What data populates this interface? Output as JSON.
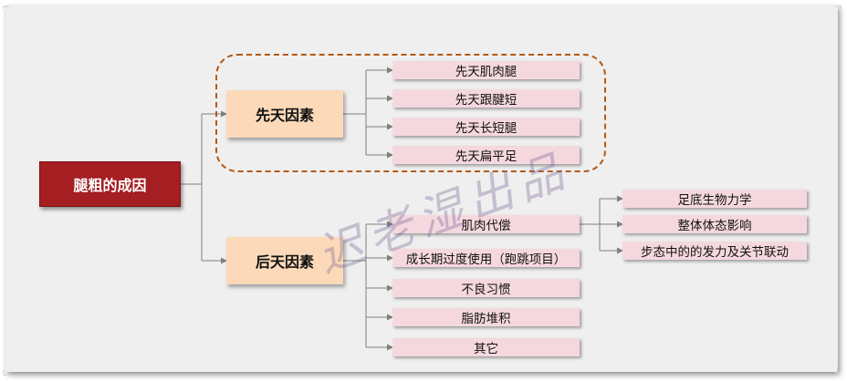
{
  "root": {
    "label": "腿粗的成因"
  },
  "branches": [
    {
      "label": "先天因素",
      "items": [
        "先天肌肉腿",
        "先天跟腱短",
        "先天长短腿",
        "先天扁平足"
      ]
    },
    {
      "label": "后天因素",
      "items": [
        "肌肉代偿",
        "成长期过度使用（跑跳项目）",
        "不良习惯",
        "脂肪堆积",
        "其它"
      ]
    }
  ],
  "sub_branch": {
    "parent": "肌肉代偿",
    "items": [
      "足底生物力学",
      "整体体态影响",
      "步态中的的发力及关节联动"
    ]
  },
  "watermark": "迟老湿出品",
  "colors": {
    "root": "#a51e22",
    "level1": "#fcd9b8",
    "leaf": "#f5d8de",
    "dashed_border": "#b35a14",
    "connector": "#7f7f7f"
  }
}
